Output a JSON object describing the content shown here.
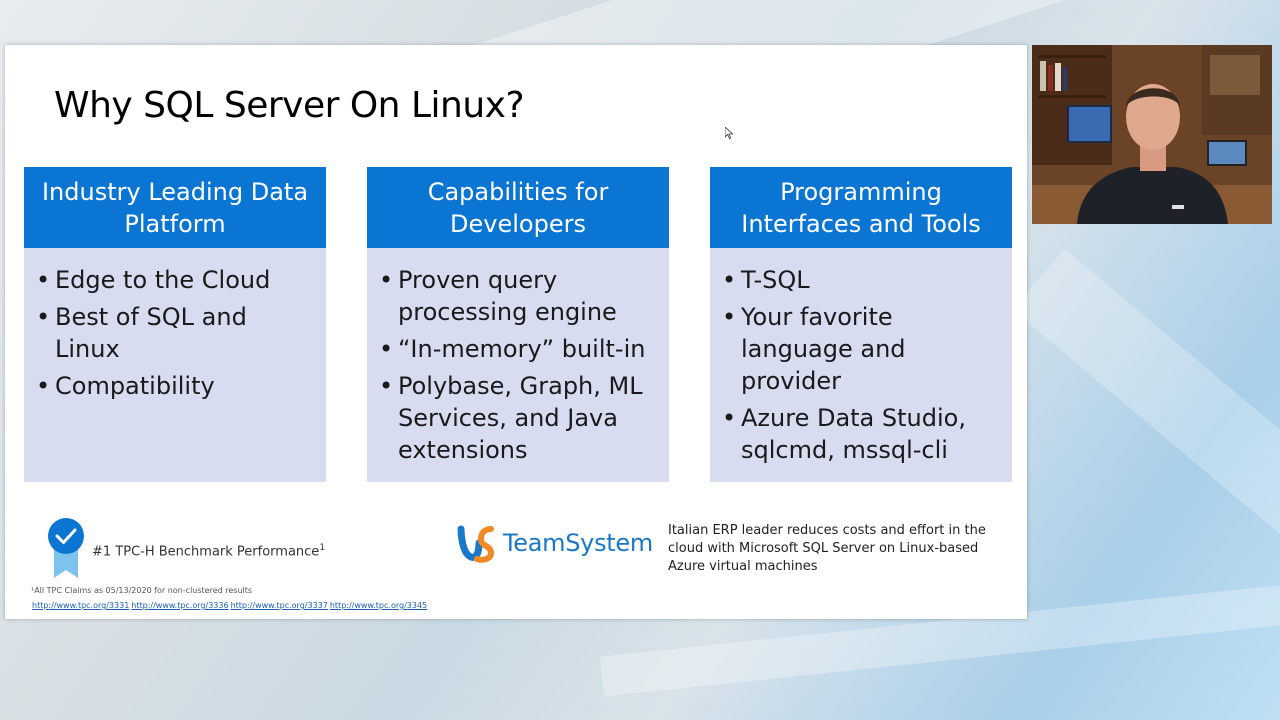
{
  "slide": {
    "title": "Why SQL Server On Linux?",
    "columns": [
      {
        "heading": "Industry Leading Data Platform",
        "bullets": [
          "Edge to the Cloud",
          "Best of SQL and Linux",
          "Compatibility"
        ]
      },
      {
        "heading": "Capabilities for Developers",
        "bullets": [
          "Proven query processing engine",
          "“In-memory” built-in",
          "Polybase, Graph, ML Services, and Java extensions"
        ]
      },
      {
        "heading": "Programming Interfaces and Tools",
        "bullets": [
          "T-SQL",
          "Your favorite language and provider",
          "Azure Data Studio, sqlcmd, mssql-cli"
        ]
      }
    ],
    "bullet_char": "•",
    "benchmark": {
      "text": "#1 TPC-H Benchmark Performance",
      "sup": "1",
      "icon": "checkmark-ribbon-badge"
    },
    "footnote": "¹All TPC Claims as 05/13/2020 for non-clustered results",
    "links": [
      "http://www.tpc.org/3331",
      "http://www.tpc.org/3336",
      "http://www.tpc.org/3337",
      "http://www.tpc.org/3345"
    ],
    "partner": {
      "name": "TeamSystem",
      "description": "Italian ERP leader reduces costs and effort in the cloud with Microsoft SQL Server on Linux-based Azure virtual machines"
    }
  },
  "colors": {
    "accent": "#0a75d3",
    "column_body": "#d7dcf1",
    "partner_blue": "#1a78c8",
    "partner_orange": "#f08a24",
    "link": "#1a5fb4"
  },
  "webcam": {
    "icon": "presenter-webcam-feed"
  }
}
